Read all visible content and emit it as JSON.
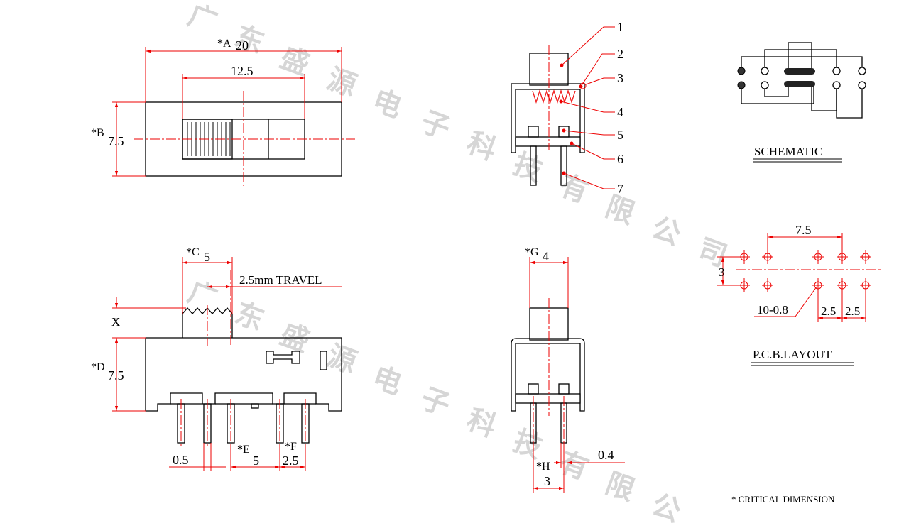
{
  "watermark": {
    "top": [
      "广",
      "东",
      "盛",
      "源",
      "电",
      "子",
      "科",
      "技",
      "有",
      "限",
      "公",
      "司"
    ],
    "bottom": [
      "广",
      "东",
      "盛",
      "源",
      "电",
      "子",
      "科",
      "技",
      "有",
      "限",
      "公"
    ]
  },
  "top_view": {
    "dim_a_label": "*A",
    "dim_a_value": "20",
    "dim_knob_value": "12.5",
    "dim_b_label": "*B",
    "dim_b_value": "7.5"
  },
  "front_view": {
    "dim_c_label": "*C",
    "dim_c_value": "5",
    "travel_label": "2.5mm TRAVEL",
    "x_label": "X",
    "dim_d_label": "*D",
    "dim_d_value": "7.5",
    "pin_width": "0.5",
    "dim_e_label": "*E",
    "dim_e_value": "5",
    "dim_f_label": "*F",
    "dim_f_value": "2.5"
  },
  "section_view": {
    "callouts": [
      "1",
      "2",
      "3",
      "4",
      "5",
      "6",
      "7"
    ]
  },
  "side_view": {
    "dim_g_label": "*G",
    "dim_g_value": "4",
    "dim_h_label": "*H",
    "dim_h_value": "3",
    "pin_thickness": "0.4"
  },
  "schematic": {
    "title": "SCHEMATIC"
  },
  "pcb_layout": {
    "title": "P.C.B.LAYOUT",
    "pitch_total": "7.5",
    "row_spacing": "3",
    "hole_spec": "10-0.8",
    "pitch_a": "2.5",
    "pitch_b": "2.5"
  },
  "footnote": "* CRITICAL  DIMENSION"
}
